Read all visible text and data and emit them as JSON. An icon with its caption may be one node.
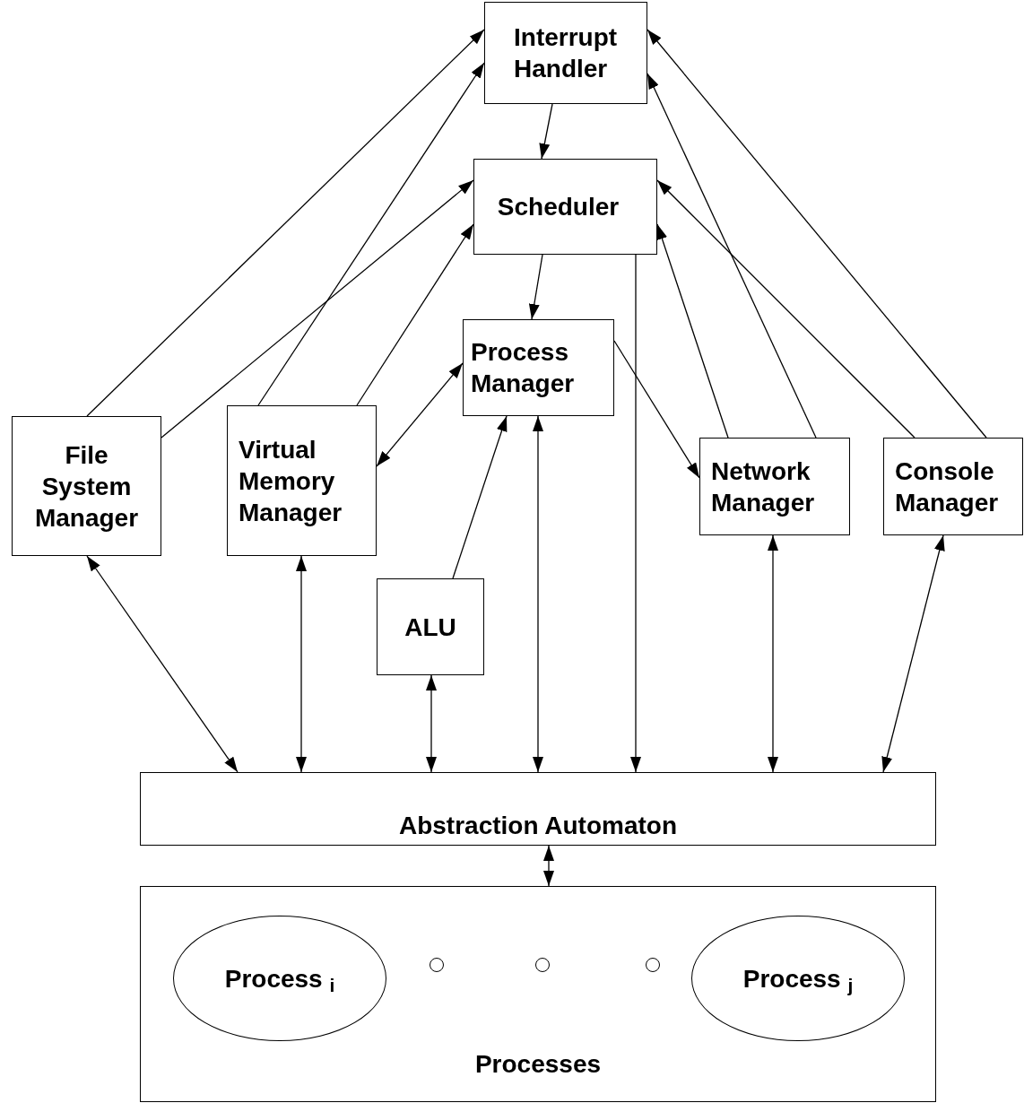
{
  "diagram": {
    "nodes": [
      {
        "text": [
          "Interrupt Handler"
        ]
      },
      {
        "text": [
          "Scheduler"
        ]
      },
      {
        "text": [
          "Process Manager"
        ]
      },
      {
        "text": [
          "File System Manager"
        ]
      },
      {
        "text": [
          "Virtual Memory Manager"
        ]
      },
      {
        "text": [
          "ALU"
        ]
      },
      {
        "text": [
          "Network Manager"
        ]
      },
      {
        "text": [
          "Console Manager"
        ]
      },
      {
        "text": [
          "Abstraction  Automaton"
        ]
      },
      {
        "text": [
          "Processes"
        ]
      },
      {
        "text": [
          "Process $_{i}$"
        ],
        "in": 9
      },
      {
        "text": [],
        "shape": "circle",
        "in": 9
      },
      {
        "text": [],
        "shape": "circle",
        "in": 9
      },
      {
        "text": [],
        "shape": "circle",
        "in": 9
      },
      {
        "text": [
          "Process $_{j}$"
        ],
        "in": 9
      }
    ],
    "edges": [
      {
        "from": 0,
        "to": 1,
        "arrow": "to"
      },
      {
        "from": 1,
        "to": 2,
        "arrow": "to"
      },
      {
        "from": 3,
        "to": 0,
        "arrow": "to"
      },
      {
        "from": 3,
        "to": 1,
        "arrow": "to"
      },
      {
        "from": 4,
        "to": 0,
        "arrow": "to"
      },
      {
        "from": 4,
        "to": 1,
        "arrow": "to"
      },
      {
        "from": 4,
        "to": 2,
        "arrow": "both"
      },
      {
        "from": 5,
        "to": 2,
        "arrow": "to"
      },
      {
        "from": 2,
        "to": 6,
        "arrow": "to"
      },
      {
        "from": 6,
        "to": 1,
        "arrow": "to"
      },
      {
        "from": 6,
        "to": 0,
        "arrow": "to"
      },
      {
        "from": 7,
        "to": 1,
        "arrow": "to"
      },
      {
        "from": 7,
        "to": 0,
        "arrow": "to"
      },
      {
        "from": 3,
        "to": 8,
        "arrow": "both"
      },
      {
        "from": 4,
        "to": 8,
        "arrow": "both"
      },
      {
        "from": 5,
        "to": 8,
        "arrow": "both"
      },
      {
        "from": 2,
        "to": 8,
        "arrow": "both"
      },
      {
        "from": 1,
        "to": 8,
        "arrow": "to"
      },
      {
        "from": 6,
        "to": 8,
        "arrow": "both"
      },
      {
        "from": 7,
        "to": 8,
        "arrow": "both"
      },
      {
        "from": 8,
        "to": 9,
        "arrow": "both"
      }
    ]
  }
}
